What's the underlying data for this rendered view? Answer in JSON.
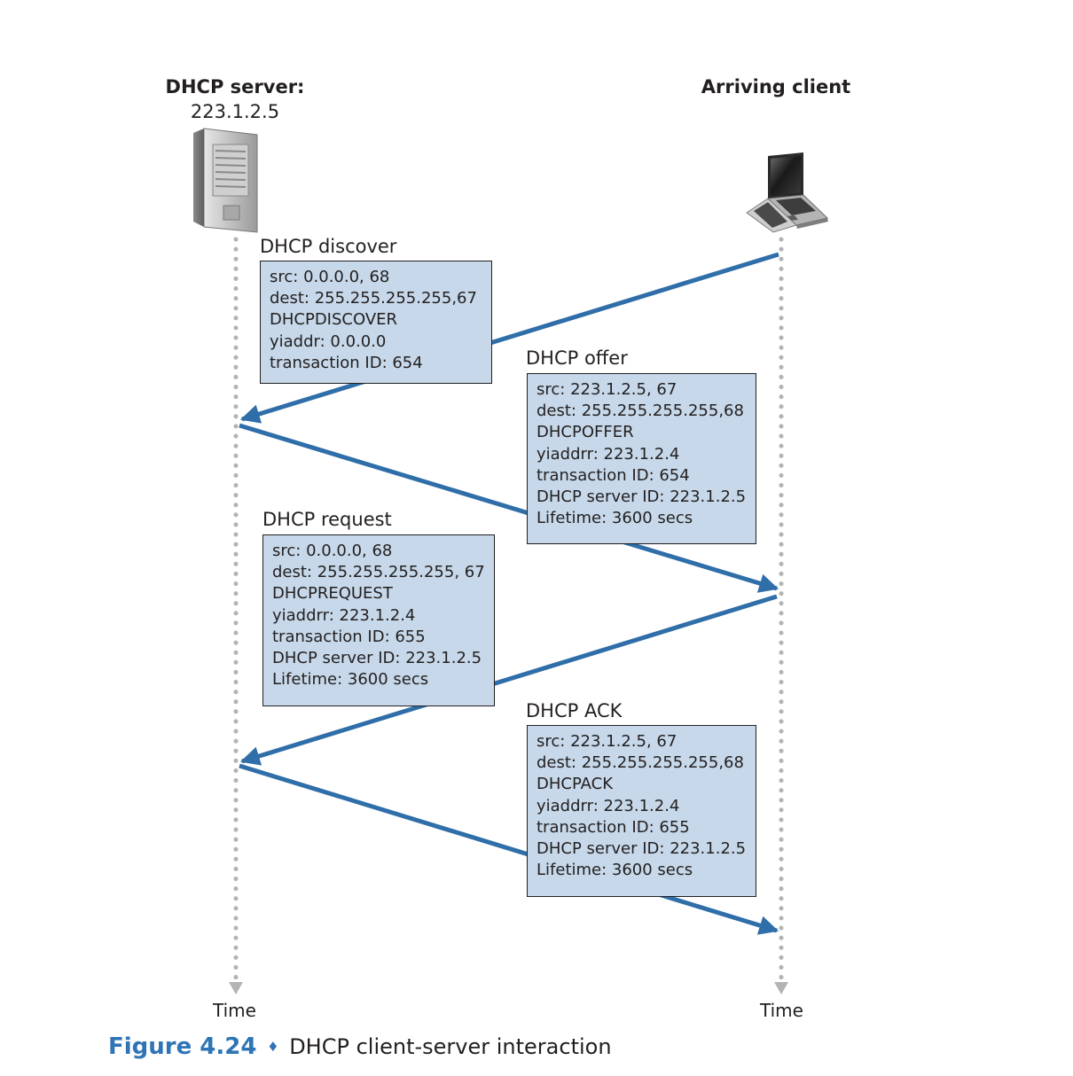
{
  "server": {
    "title": "DHCP server:",
    "address": "223.1.2.5",
    "icon": "server-tower-icon"
  },
  "client": {
    "title": "Arriving client",
    "icon": "laptop-icon"
  },
  "timeline": {
    "server_label": "Time",
    "client_label": "Time"
  },
  "colors": {
    "arrow": "#2f6ea8",
    "box_fill": "#c6d8e9",
    "caption_accent": "#2f75b5",
    "timeline": "#b3b3b3"
  },
  "messages": [
    {
      "title": "DHCP discover",
      "direction": "client-to-server",
      "lines": [
        "src: 0.0.0.0, 68",
        "dest: 255.255.255.255,67",
        "DHCPDISCOVER",
        "yiaddr: 0.0.0.0",
        "transaction ID: 654"
      ]
    },
    {
      "title": "DHCP offer",
      "direction": "server-to-client",
      "lines": [
        "src: 223.1.2.5, 67",
        "dest: 255.255.255.255,68",
        "DHCPOFFER",
        "yiaddrr: 223.1.2.4",
        "transaction ID: 654",
        "DHCP server ID: 223.1.2.5",
        "Lifetime: 3600 secs"
      ]
    },
    {
      "title": "DHCP request",
      "direction": "client-to-server",
      "lines": [
        "src: 0.0.0.0, 68",
        "dest: 255.255.255.255, 67",
        "DHCPREQUEST",
        "yiaddrr: 223.1.2.4",
        "transaction ID: 655",
        "DHCP server ID: 223.1.2.5",
        "Lifetime: 3600 secs"
      ]
    },
    {
      "title": "DHCP ACK",
      "direction": "server-to-client",
      "lines": [
        "src: 223.1.2.5, 67",
        "dest: 255.255.255.255,68",
        "DHCPACK",
        "yiaddrr: 223.1.2.4",
        "transaction ID: 655",
        "DHCP server ID: 223.1.2.5",
        "Lifetime: 3600 secs"
      ]
    }
  ],
  "caption": {
    "figure": "Figure 4.24",
    "separator": "♦",
    "text": "DHCP client-server interaction"
  }
}
